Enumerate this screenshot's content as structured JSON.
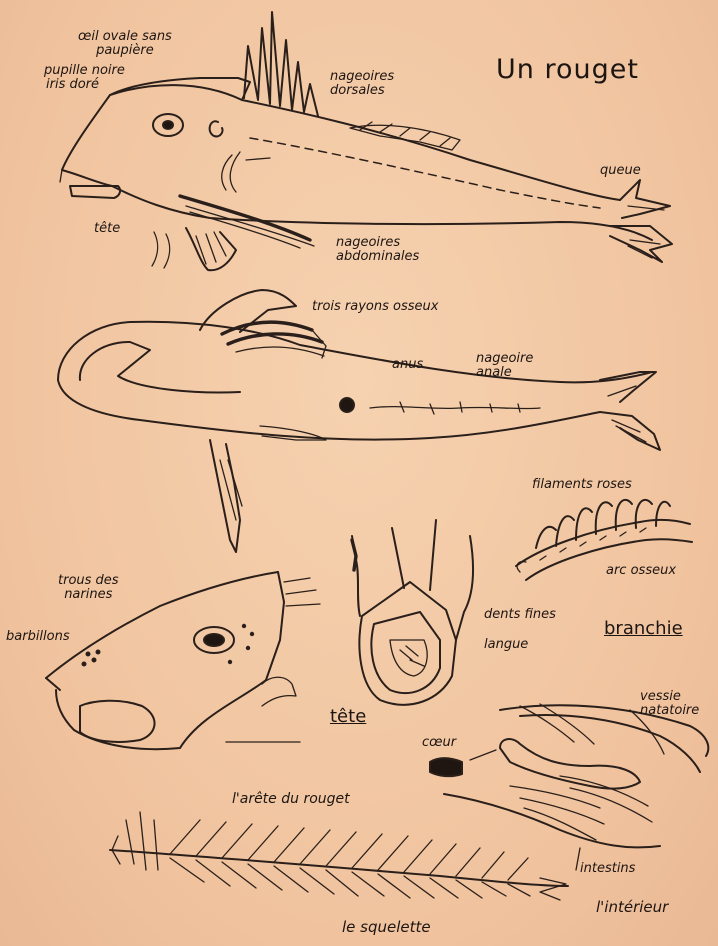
{
  "title": "Un rouget",
  "labels": {
    "oeil": "œil ovale sans\npaupière",
    "pupille": "pupille noire",
    "iris": "iris doré",
    "dorsales": "nageoires\ndorsales",
    "queue": "queue",
    "tete_top": "tête",
    "abdominales": "nageoires\nabdominales",
    "rayons": "trois rayons osseux",
    "anus": "anus",
    "anale": "nageoire\nanale",
    "filaments": "filaments roses",
    "arc": "arc osseux",
    "branchie": "branchie",
    "narines": "trous des\nnarines",
    "barbillons": "barbillons",
    "dents": "dents fines",
    "langue": "langue",
    "tete_mid": "tête",
    "vessie": "vessie\nnatatoire",
    "coeur": "cœur",
    "arete": "l'arête du rouget",
    "intestins": "intestins",
    "interieur": "l'intérieur",
    "squelette": "le squelette"
  }
}
